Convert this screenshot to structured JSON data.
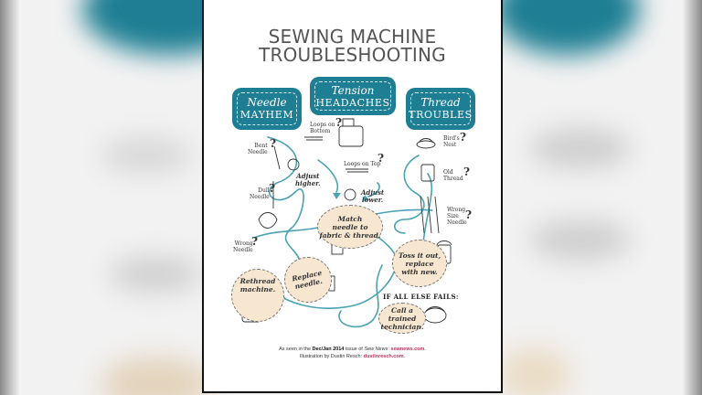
{
  "title": {
    "line1": "SEWING MACHINE",
    "line2": "TROUBLESHOOTING"
  },
  "colors": {
    "teal": "#1e7e93",
    "bubble_fill": "#f7e6d0",
    "title_gray": "#555555",
    "link_pink": "#c0305a"
  },
  "categories": [
    {
      "id": "needle",
      "line1": "Needle",
      "line2": "MAYHEM"
    },
    {
      "id": "tension",
      "line1": "Tension",
      "line2": "HEADACHES"
    },
    {
      "id": "thread",
      "line1": "Thread",
      "line2": "TROUBLES"
    }
  ],
  "problems": {
    "bent_needle": {
      "line1": "Bent",
      "line2": "Needle",
      "mark": "?"
    },
    "dull_needle": {
      "line1": "Dull",
      "line2": "Needle",
      "mark": "?"
    },
    "wrong_needle": {
      "line1": "Wrong",
      "line2": "Needle",
      "mark": "?"
    },
    "loops_bottom": {
      "line1": "Loops on",
      "line2": "Bottom",
      "mark": "?"
    },
    "loops_top": {
      "line1": "Loops on Top",
      "mark": "?"
    },
    "birds_nest": {
      "line1": "Bird's",
      "line2": "Nest",
      "mark": "?"
    },
    "old_thread": {
      "line1": "Old",
      "line2": "Thread",
      "mark": "?"
    },
    "wrong_size_needle": {
      "line1": "Wrong",
      "line2": "Size",
      "line3": "Needle",
      "mark": "?"
    }
  },
  "actions": {
    "adjust_higher": {
      "line1": "Adjust",
      "line2": "higher."
    },
    "adjust_lower": {
      "line1": "Adjust",
      "line2": "lower."
    }
  },
  "solutions": {
    "match": {
      "line1": "Match",
      "line2": "needle to",
      "line3": "fabric & thread."
    },
    "toss": {
      "line1": "Toss it out,",
      "line2": "replace",
      "line3": "with new."
    },
    "replace": {
      "line1": "Replace",
      "line2": "needle."
    },
    "rethread": {
      "line1": "Rethread",
      "line2": "machine."
    },
    "call": {
      "line1": "Call a",
      "line2": "trained",
      "line3": "technician."
    }
  },
  "if_all_else_fails": "IF ALL ELSE FAILS:",
  "credits": {
    "line1_pre": "As seen in the ",
    "line1_issue": "Dec/Jan 2014",
    "line1_mid": " issue of ",
    "line1_mag": "Sew News",
    "line1_sep": ": ",
    "line1_link": "sewnews.com",
    "line1_end": ".",
    "line2_pre": "Illustration by Dustin Resch: ",
    "line2_link": "dustinresch.com",
    "line2_end": "."
  }
}
